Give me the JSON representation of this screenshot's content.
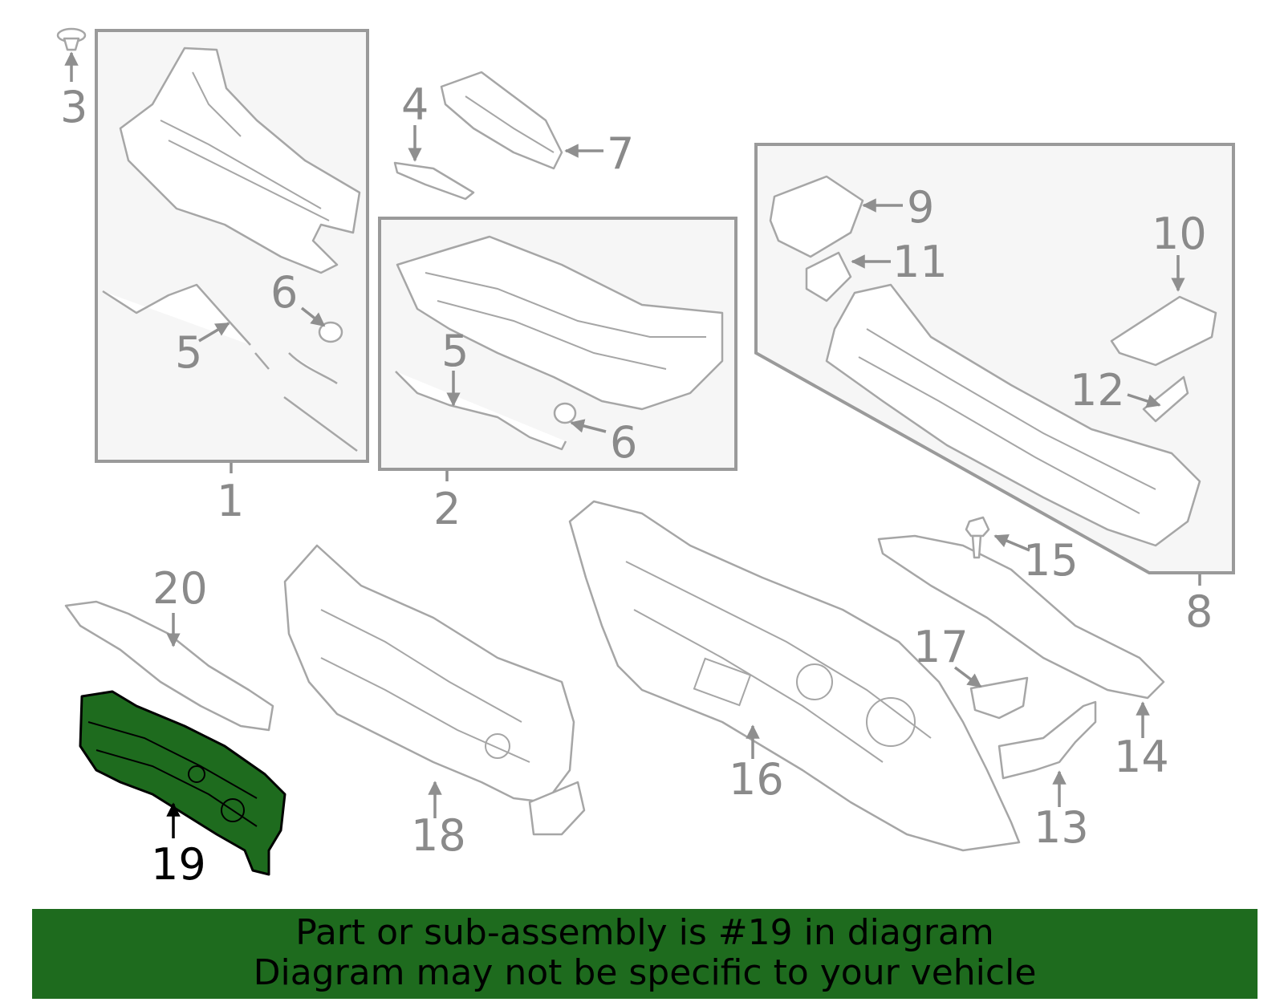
{
  "callouts": {
    "c1": "1",
    "c2": "2",
    "c3": "3",
    "c4": "4",
    "c5a": "5",
    "c5b": "5",
    "c6a": "6",
    "c6b": "6",
    "c7": "7",
    "c8": "8",
    "c9": "9",
    "c10": "10",
    "c11": "11",
    "c12": "12",
    "c13": "13",
    "c14": "14",
    "c15": "15",
    "c16": "16",
    "c17": "17",
    "c18": "18",
    "c19": "19",
    "c20": "20"
  },
  "highlight": {
    "part_number": "19",
    "color": "#1e6b1e"
  },
  "banner": {
    "line1": "Part or sub-assembly is #19 in diagram",
    "line2": "Diagram may not be specific to your vehicle"
  }
}
